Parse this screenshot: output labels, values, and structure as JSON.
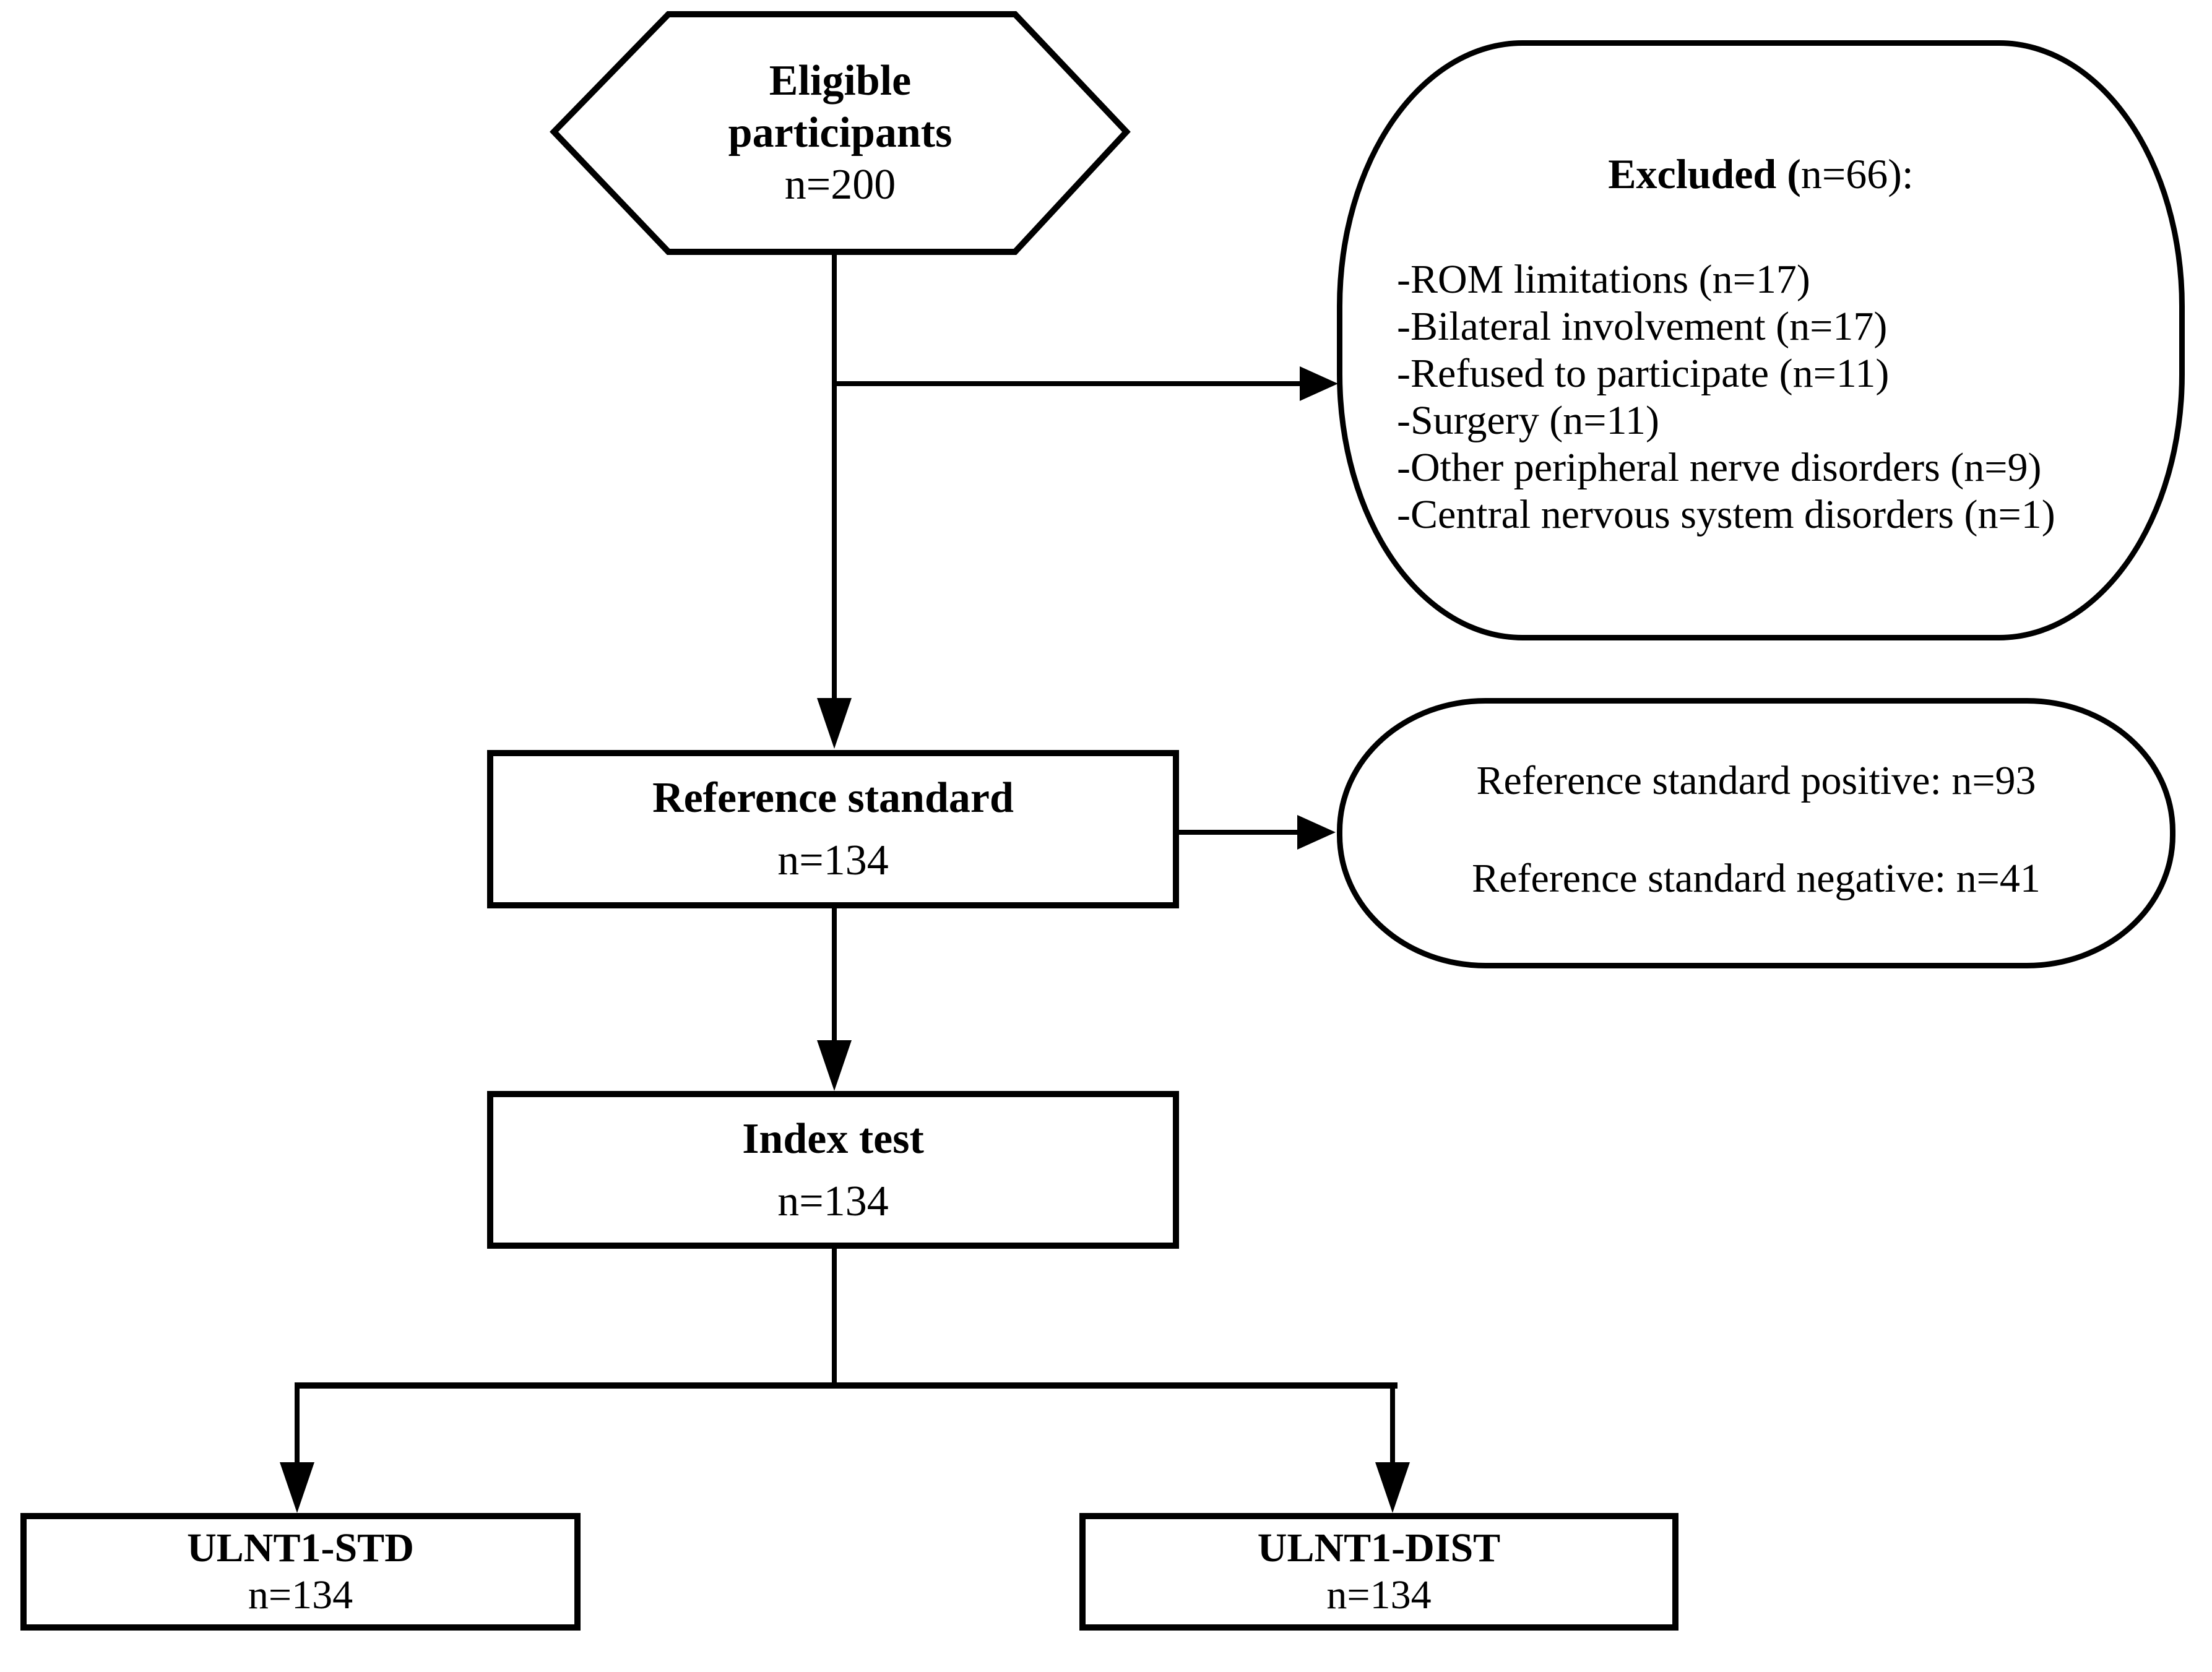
{
  "colors": {
    "stroke": "#000000",
    "background": "#ffffff",
    "text": "#000000"
  },
  "diagram": {
    "eligible": {
      "title": "Eligible participants",
      "n": "n=200"
    },
    "excluded": {
      "title_bold": "Excluded (",
      "title_rest": "n=66):",
      "items": [
        "-ROM limitations (n=17)",
        "-Bilateral involvement (n=17)",
        "-Refused to participate (n=11)",
        "-Surgery (n=11)",
        "-Other peripheral nerve disorders (n=9)",
        "-Central nervous system disorders (n=1)"
      ]
    },
    "reference_standard": {
      "title": "Reference standard",
      "n": "n=134"
    },
    "reference_results": {
      "positive": "Reference standard positive: n=93",
      "negative": "Reference standard negative: n=41"
    },
    "index_test": {
      "title": "Index test",
      "n": "n=134"
    },
    "ulnt1_std": {
      "title": "ULNT1-STD",
      "n": "n=134"
    },
    "ulnt1_dist": {
      "title": "ULNT1-DIST",
      "n": "n=134"
    }
  }
}
